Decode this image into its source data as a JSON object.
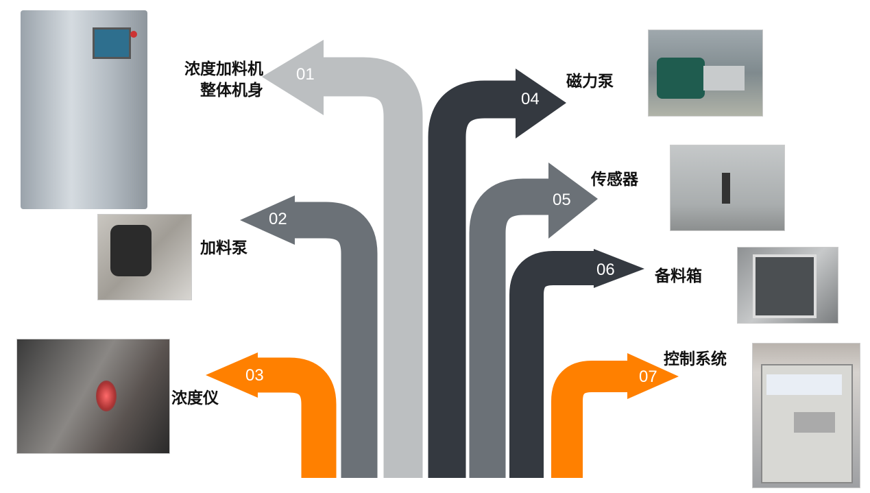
{
  "colors": {
    "light_gray": "#bcbfc1",
    "mid_gray": "#6b7177",
    "dark": "#343940",
    "orange": "#ff8000"
  },
  "items": [
    {
      "num": "01",
      "label_lines": [
        "浓度加料机",
        "整体机身"
      ]
    },
    {
      "num": "02",
      "label_lines": [
        "加料泵"
      ]
    },
    {
      "num": "03",
      "label_lines": [
        "浓度仪"
      ]
    },
    {
      "num": "04",
      "label_lines": [
        "磁力泵"
      ]
    },
    {
      "num": "05",
      "label_lines": [
        "传感器"
      ]
    },
    {
      "num": "06",
      "label_lines": [
        "备料箱"
      ]
    },
    {
      "num": "07",
      "label_lines": [
        "控制系统"
      ]
    }
  ]
}
